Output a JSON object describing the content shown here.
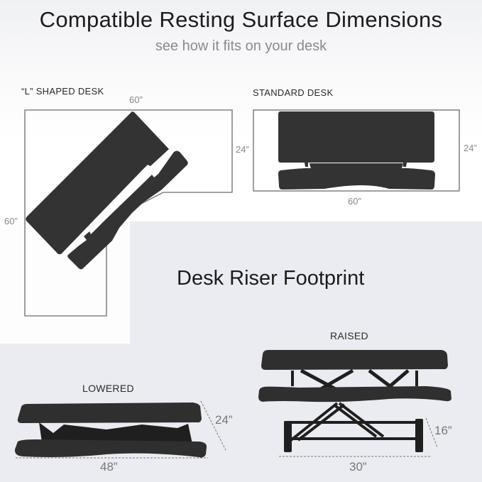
{
  "header": {
    "title": "Compatible Resting Surface Dimensions",
    "subtitle": "see how it fits on your desk"
  },
  "l_shaped_desk": {
    "label": "“L” SHAPED DESK",
    "dim_top": "60”",
    "dim_left": "60”",
    "dim_right": "24”"
  },
  "standard_desk": {
    "label": "STANDARD DESK",
    "dim_right": "24”",
    "dim_bottom": "60”"
  },
  "footprint": {
    "title": "Desk Riser Footprint",
    "lowered": {
      "label": "LOWERED",
      "dim_width": "48”",
      "dim_depth": "24”"
    },
    "raised": {
      "label": "RAISED",
      "dim_width": "30”",
      "dim_depth": "16”"
    }
  },
  "colors": {
    "product": "#333333",
    "outline": "#6b6b6b",
    "background": "#ebecf1"
  }
}
